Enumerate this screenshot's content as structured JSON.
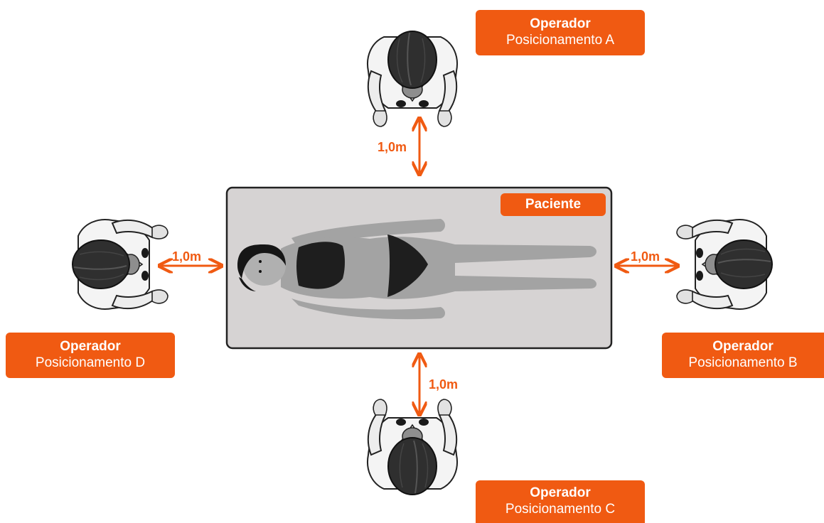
{
  "colors": {
    "accent": "#f05a12",
    "table": "#d6d3d3",
    "patient_skin": "#a3a3a3",
    "dark": "#1a1a1a"
  },
  "patient": {
    "label": "Paciente"
  },
  "distances": {
    "top": "1,0m",
    "left": "1,0m",
    "right": "1,0m",
    "bottom": "1,0m"
  },
  "operators": {
    "a": {
      "title": "Operador",
      "position": "Posicionamento A"
    },
    "b": {
      "title": "Operador",
      "position": "Posicionamento B"
    },
    "c": {
      "title": "Operador",
      "position": "Posicionamento C"
    },
    "d": {
      "title": "Operador",
      "position": "Posicionamento D"
    }
  },
  "icons": {
    "operator": "operator-top-view-icon",
    "patient": "patient-lying-icon",
    "arrow": "double-arrow-icon"
  }
}
